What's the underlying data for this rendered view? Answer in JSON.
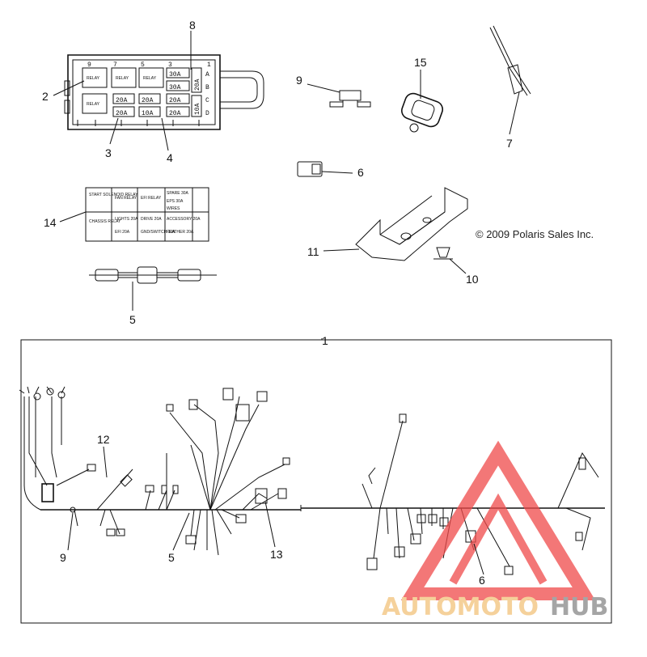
{
  "copyright": "© 2009 Polaris Sales Inc.",
  "callouts": {
    "c1": "1",
    "c2": "2",
    "c3": "3",
    "c4": "4",
    "c5_top": "5",
    "c5_bottom": "5",
    "c6_top": "6",
    "c6_bottom": "6",
    "c7": "7",
    "c8": "8",
    "c9_top": "9",
    "c9_bottom": "9",
    "c10": "10",
    "c11": "11",
    "c12": "12",
    "c13": "13",
    "c14": "14",
    "c15": "15"
  },
  "fuse_box": {
    "top_numbers": [
      "9",
      "7",
      "5",
      "3",
      "1"
    ],
    "relays": [
      "RELAY",
      "RELAY",
      "RELAY",
      "RELAY"
    ],
    "fuses": [
      "30A",
      "30A",
      "20A",
      "20A",
      "20A",
      "20A",
      "10A",
      "20A"
    ],
    "side_fuses": [
      "20A",
      "10A"
    ],
    "side_letters": [
      "A",
      "B",
      "C",
      "D"
    ]
  },
  "label_decal": {
    "r1": [
      "START SOLENOID RELAY",
      "FAN RELAY",
      "EFI RELAY",
      "SPARE 30A",
      "EPS 30A",
      "WIRES"
    ],
    "r2": [
      "CHASSIS RELAY",
      "LIGHTS 20A",
      "DRIVE 20A",
      "ACCESSORY 20A",
      "EFI 20A",
      "GND/SWITCH 10A",
      "FEATHER 20A"
    ]
  },
  "watermark": {
    "part1": "AUTOMOTO",
    "part2": "HUB",
    "color1": "#f2c27a",
    "color2": "#888888",
    "triangle_color": "#f04a4a"
  }
}
